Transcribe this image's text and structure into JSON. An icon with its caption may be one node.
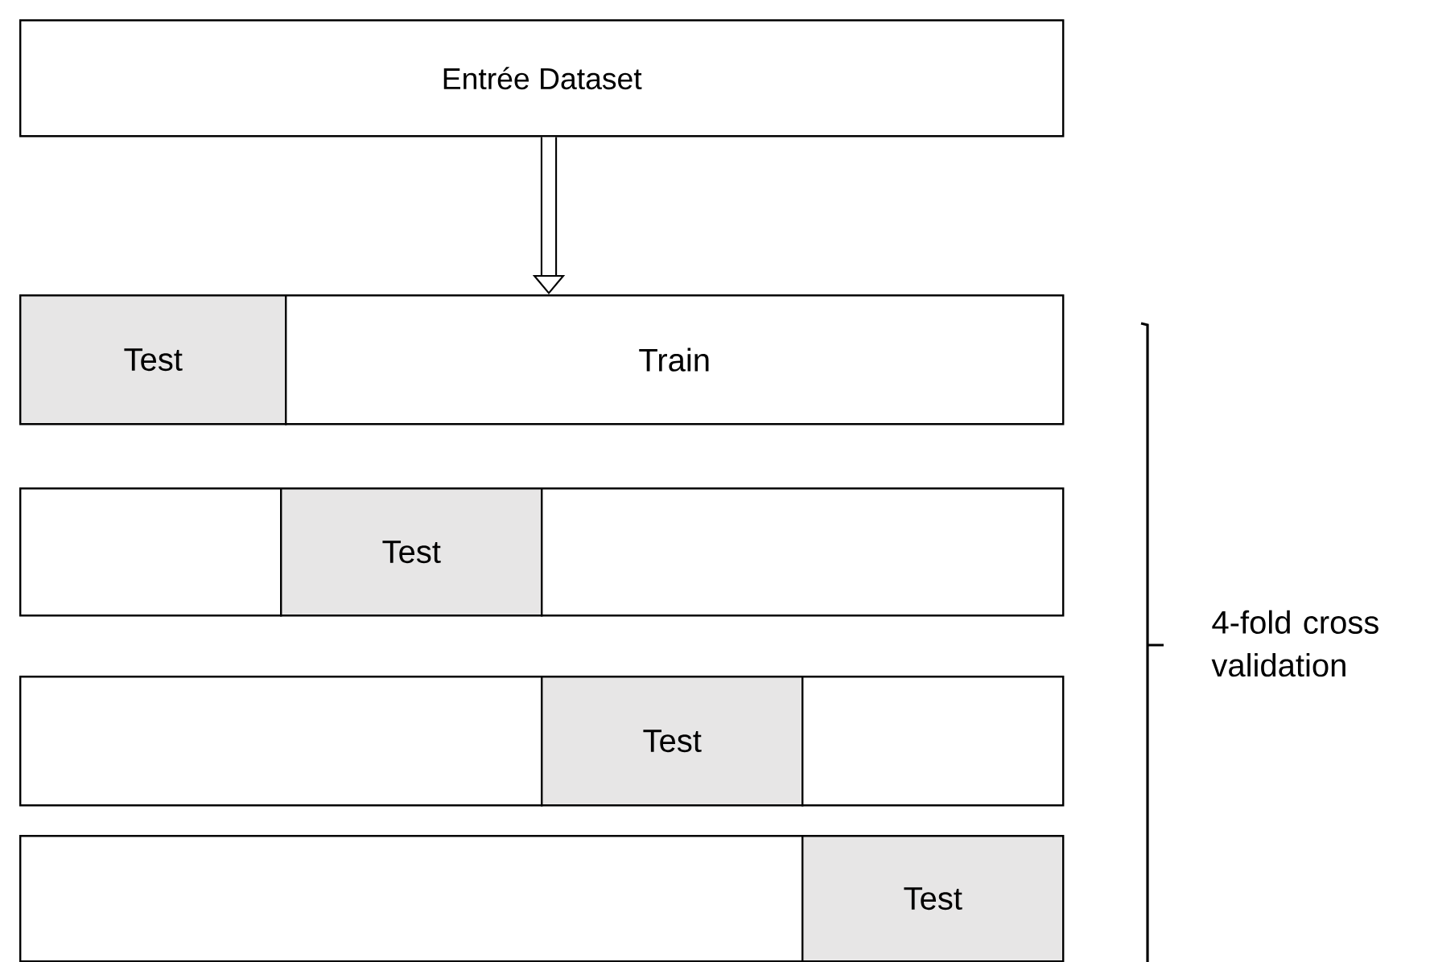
{
  "diagram": {
    "nodes": [
      {
        "text": [
          "Entrée Dataset"
        ]
      },
      {
        "text": [
          "Test"
        ]
      },
      {
        "text": [
          "Train"
        ]
      },
      {
        "text": [],
        "shape": "box"
      },
      {
        "text": [
          "Test"
        ]
      },
      {
        "text": [],
        "shape": "box"
      },
      {
        "text": [],
        "shape": "box"
      },
      {
        "text": [
          "Test"
        ]
      },
      {
        "text": [],
        "shape": "box"
      },
      {
        "text": [],
        "shape": "box"
      },
      {
        "text": [
          "Test"
        ]
      }
    ],
    "edges": [
      {
        "from": 0,
        "to": 2,
        "arrow": "to"
      }
    ],
    "labels": [
      "4-fold cross validation"
    ]
  }
}
